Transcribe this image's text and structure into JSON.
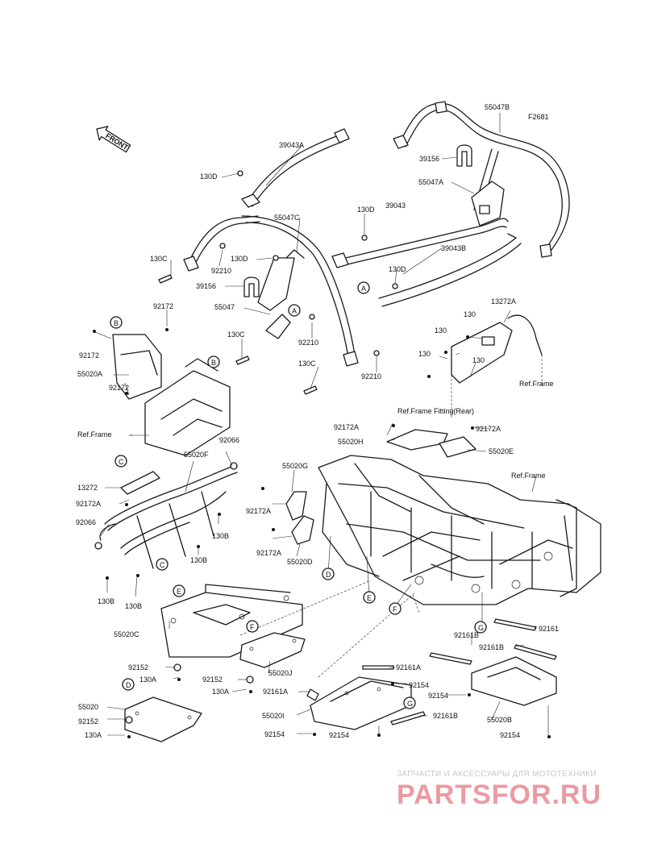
{
  "figure_code": "F2681",
  "front_label": "FRONT",
  "part_numbers": {
    "p39043A": "39043A",
    "p39043": "39043",
    "p39043B": "39043B",
    "p55047B": "55047B",
    "p55047A": "55047A",
    "p55047C": "55047C",
    "p55047": "55047",
    "p39156a": "39156",
    "p39156b": "39156",
    "p130D_1": "130D",
    "p130D_2": "130D",
    "p130D_3": "130D",
    "p130D_4": "130D",
    "p130C_1": "130C",
    "p130C_2": "130C",
    "p130C_3": "130C",
    "p92210_1": "92210",
    "p92210_2": "92210",
    "p92210_3": "92210",
    "p92172_1": "92172",
    "p92172_2": "92172",
    "p92172_3": "92172",
    "p55020A": "55020A",
    "p13272A": "13272A",
    "p130_1": "130",
    "p130_2": "130",
    "p130_3": "130",
    "p130_4": "130",
    "p13272": "13272",
    "p92172A_1": "92172A",
    "p92172A_2": "92172A",
    "p92172A_3": "92172A",
    "p92172A_4": "92172A",
    "p92172A_5": "92172A",
    "p92066_1": "92066",
    "p92066_2": "92066",
    "p55020F": "55020F",
    "p130B_1": "130B",
    "p130B_2": "130B",
    "p130B_3": "130B",
    "p130B_4": "130B",
    "p55020G": "55020G",
    "p55020D": "55020D",
    "p55020H": "55020H",
    "p55020E": "55020E",
    "p55020C": "55020C",
    "p55020J": "55020J",
    "p55020": "55020",
    "p55020I": "55020I",
    "p55020B": "55020B",
    "p92152_1": "92152",
    "p92152_2": "92152",
    "p92152_3": "92152",
    "p130A_1": "130A",
    "p130A_2": "130A",
    "p130A_3": "130A",
    "p92161": "92161",
    "p92161B_1": "92161B",
    "p92161B_2": "92161B",
    "p92161B_3": "92161B",
    "p92161A_1": "92161A",
    "p92161A_2": "92161A",
    "p92154_1": "92154",
    "p92154_2": "92154",
    "p92154_3": "92154",
    "p92154_4": "92154",
    "p92154_5": "92154"
  },
  "refs": {
    "ref_frame_1": "Ref.Frame",
    "ref_frame_2": "Ref.Frame",
    "ref_frame_3": "Ref.Frame",
    "ref_frame_fitting": "Ref.Frame Fitting(Rear)"
  },
  "callouts": {
    "A1": "A",
    "A2": "A",
    "B1": "B",
    "B2": "B",
    "C1": "C",
    "C2": "C",
    "D1": "D",
    "D2": "D",
    "E1": "E",
    "E2": "E",
    "F1": "F",
    "F2": "F",
    "G1": "G",
    "G2": "G"
  },
  "watermark": {
    "tagline": "ЗАПЧАСТИ И АКСЕССУАРЫ ДЛЯ МОТОТЕХНИКИ",
    "brand": "PARTSFOR.RU"
  }
}
